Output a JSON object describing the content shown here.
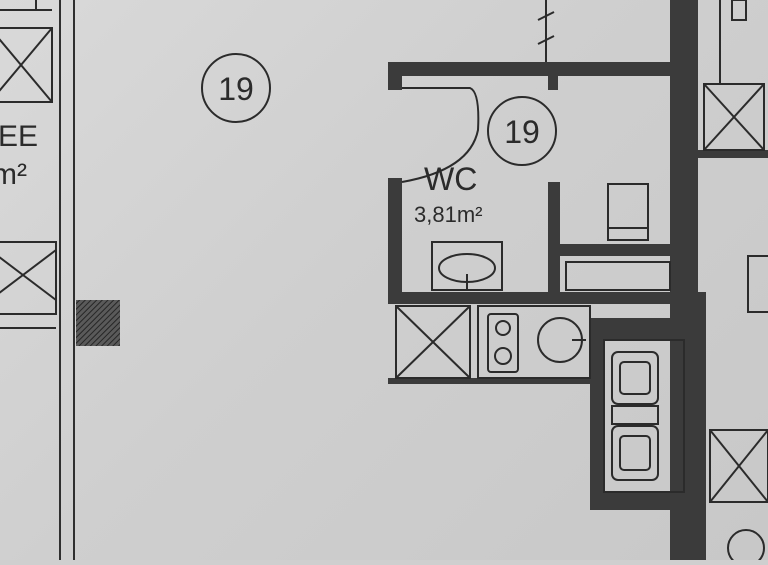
{
  "plan": {
    "rooms": [
      {
        "number": "19"
      },
      {
        "number": "19",
        "name": "WC",
        "area": "3,81m²"
      }
    ],
    "partial_labels": {
      "left_room_name": "EE",
      "left_room_area_unit": "m²"
    }
  },
  "colors": {
    "paper": "#cfcfcf",
    "wall": "#3b3b3b",
    "line": "#2b2b2b"
  }
}
